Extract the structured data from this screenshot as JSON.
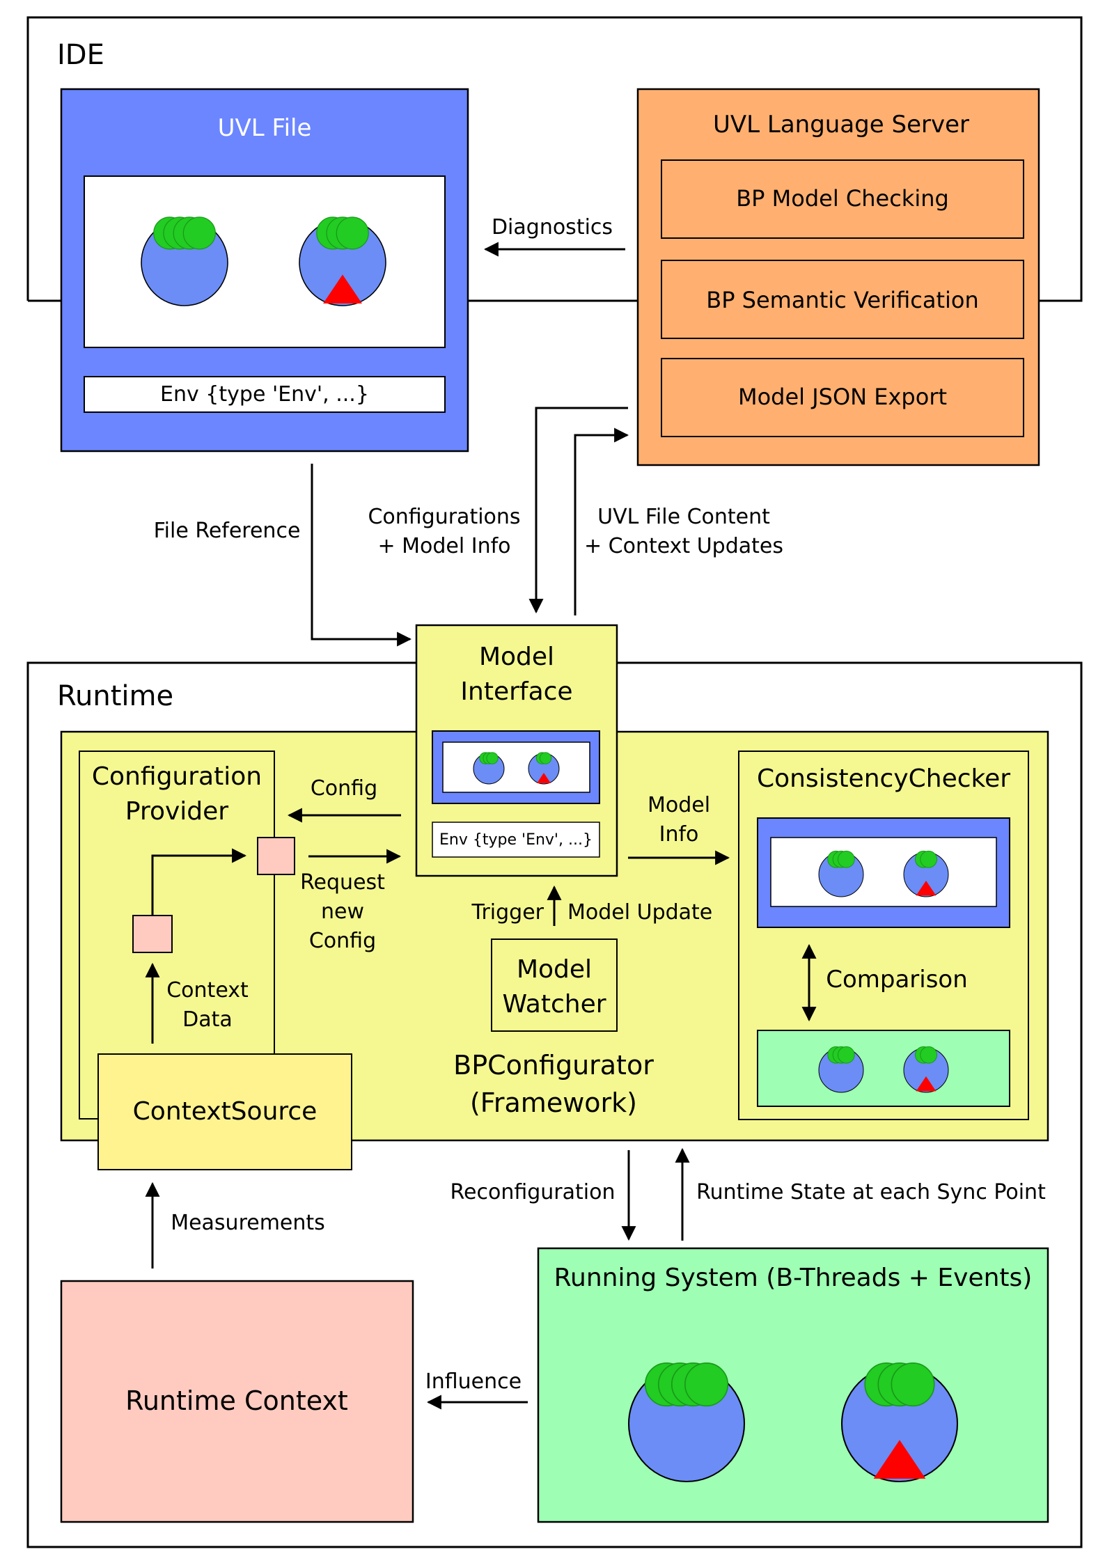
{
  "ide": {
    "title": "IDE",
    "uvl_file": {
      "title": "UVL File",
      "env_text": "Env {type 'Env', ...}"
    },
    "language_server": {
      "title": "UVL Language Server",
      "items": [
        "BP Model Checking",
        "BP Semantic Verification",
        "Model JSON Export"
      ]
    },
    "diagnostics_label": "Diagnostics"
  },
  "edges": {
    "file_reference": "File Reference",
    "configurations": [
      "Configurations",
      "+ Model Info"
    ],
    "uvl_content": [
      "UVL File Content",
      "+ Context Updates"
    ],
    "config": "Config",
    "request_config": [
      "Request",
      "new",
      "Config"
    ],
    "model_info": [
      "Model",
      "Info"
    ],
    "trigger": "Trigger",
    "model_update": "Model Update",
    "context_data": [
      "Context",
      "Data"
    ],
    "comparison": "Comparison",
    "reconfiguration": "Reconfiguration",
    "runtime_state": "Runtime State at each Sync Point",
    "measurements": "Measurements",
    "influence": "Influence"
  },
  "runtime": {
    "title": "Runtime",
    "model_interface": {
      "title": [
        "Model",
        "Interface"
      ],
      "env_text": "Env {type 'Env', ...}"
    },
    "configuration_provider": [
      "Configuration",
      "Provider"
    ],
    "model_watcher": [
      "Model",
      "Watcher"
    ],
    "bpconfigurator": [
      "BPConfigurator",
      "(Framework)"
    ],
    "consistency_checker": "ConsistencyChecker",
    "context_source": "ContextSource",
    "running_system": "Running System (B-Threads + Events)",
    "runtime_context": "Runtime Context"
  },
  "colors": {
    "blue_box": "#6b86ff",
    "orange_box": "#ffb070",
    "yellow_box": "#f5f890",
    "green_box": "#9effb4",
    "pink_box": "#ffcbc0",
    "context_source_fill": "#fef38e",
    "small_square": "#ffcbc0",
    "thread_circle": "#6b8df5",
    "event_circle": "#22cc22",
    "event_stroke": "#199919",
    "triangle": "#ff0000"
  }
}
